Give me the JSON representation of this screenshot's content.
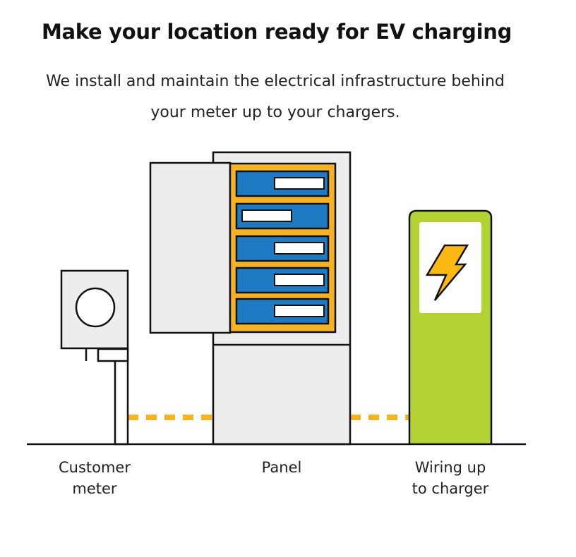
{
  "header": {
    "title": "Make your location ready for EV charging",
    "subtitle": "We install and maintain the electrical infrastructure behind your meter up to your chargers."
  },
  "diagram": {
    "labels": {
      "meter": "Customer\nmeter",
      "panel": "Panel",
      "charger": "Wiring up\nto charger"
    },
    "colors": {
      "outline": "#111111",
      "panel_fill": "#ededed",
      "breaker_frame": "#f5b324",
      "breaker_blue": "#1f7ac4",
      "charger_green": "#b3d334",
      "bolt_yellow": "#fdb913",
      "wire_dash": "#f5b324"
    },
    "icons": {
      "charger": "lightning-bolt-icon",
      "meter": "meter-dial-icon"
    }
  }
}
